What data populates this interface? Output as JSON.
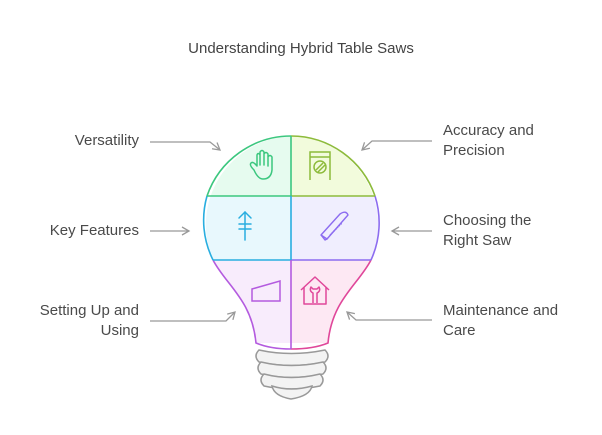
{
  "title": "Understanding Hybrid Table Saws",
  "colors": {
    "text": "#4a4a4a",
    "arrow": "#999999",
    "versatility": "#3cc77f",
    "accuracy": "#8dbb3b",
    "key_features": "#29aee0",
    "choosing": "#8c6cf0",
    "setting_up": "#b45bdf",
    "maintenance": "#e0479a",
    "base": "#999999"
  },
  "segments": [
    {
      "id": "versatility",
      "label": "Versatility",
      "icon": "hand-icon",
      "side": "left"
    },
    {
      "id": "accuracy",
      "label_line1": "Accuracy and",
      "label_line2": "Precision",
      "icon": "dial-gauge-icon",
      "side": "right"
    },
    {
      "id": "key_features",
      "label": "Key Features",
      "icon": "tree-icon",
      "side": "left"
    },
    {
      "id": "choosing",
      "label_line1": "Choosing the",
      "label_line2": "Right Saw",
      "icon": "saw-icon",
      "side": "right"
    },
    {
      "id": "setting_up",
      "label_line1": "Setting Up and",
      "label_line2": "Using",
      "icon": "ramp-icon",
      "side": "left"
    },
    {
      "id": "maintenance",
      "label_line1": "Maintenance and",
      "label_line2": "Care",
      "icon": "house-wrench-icon",
      "side": "right"
    }
  ]
}
